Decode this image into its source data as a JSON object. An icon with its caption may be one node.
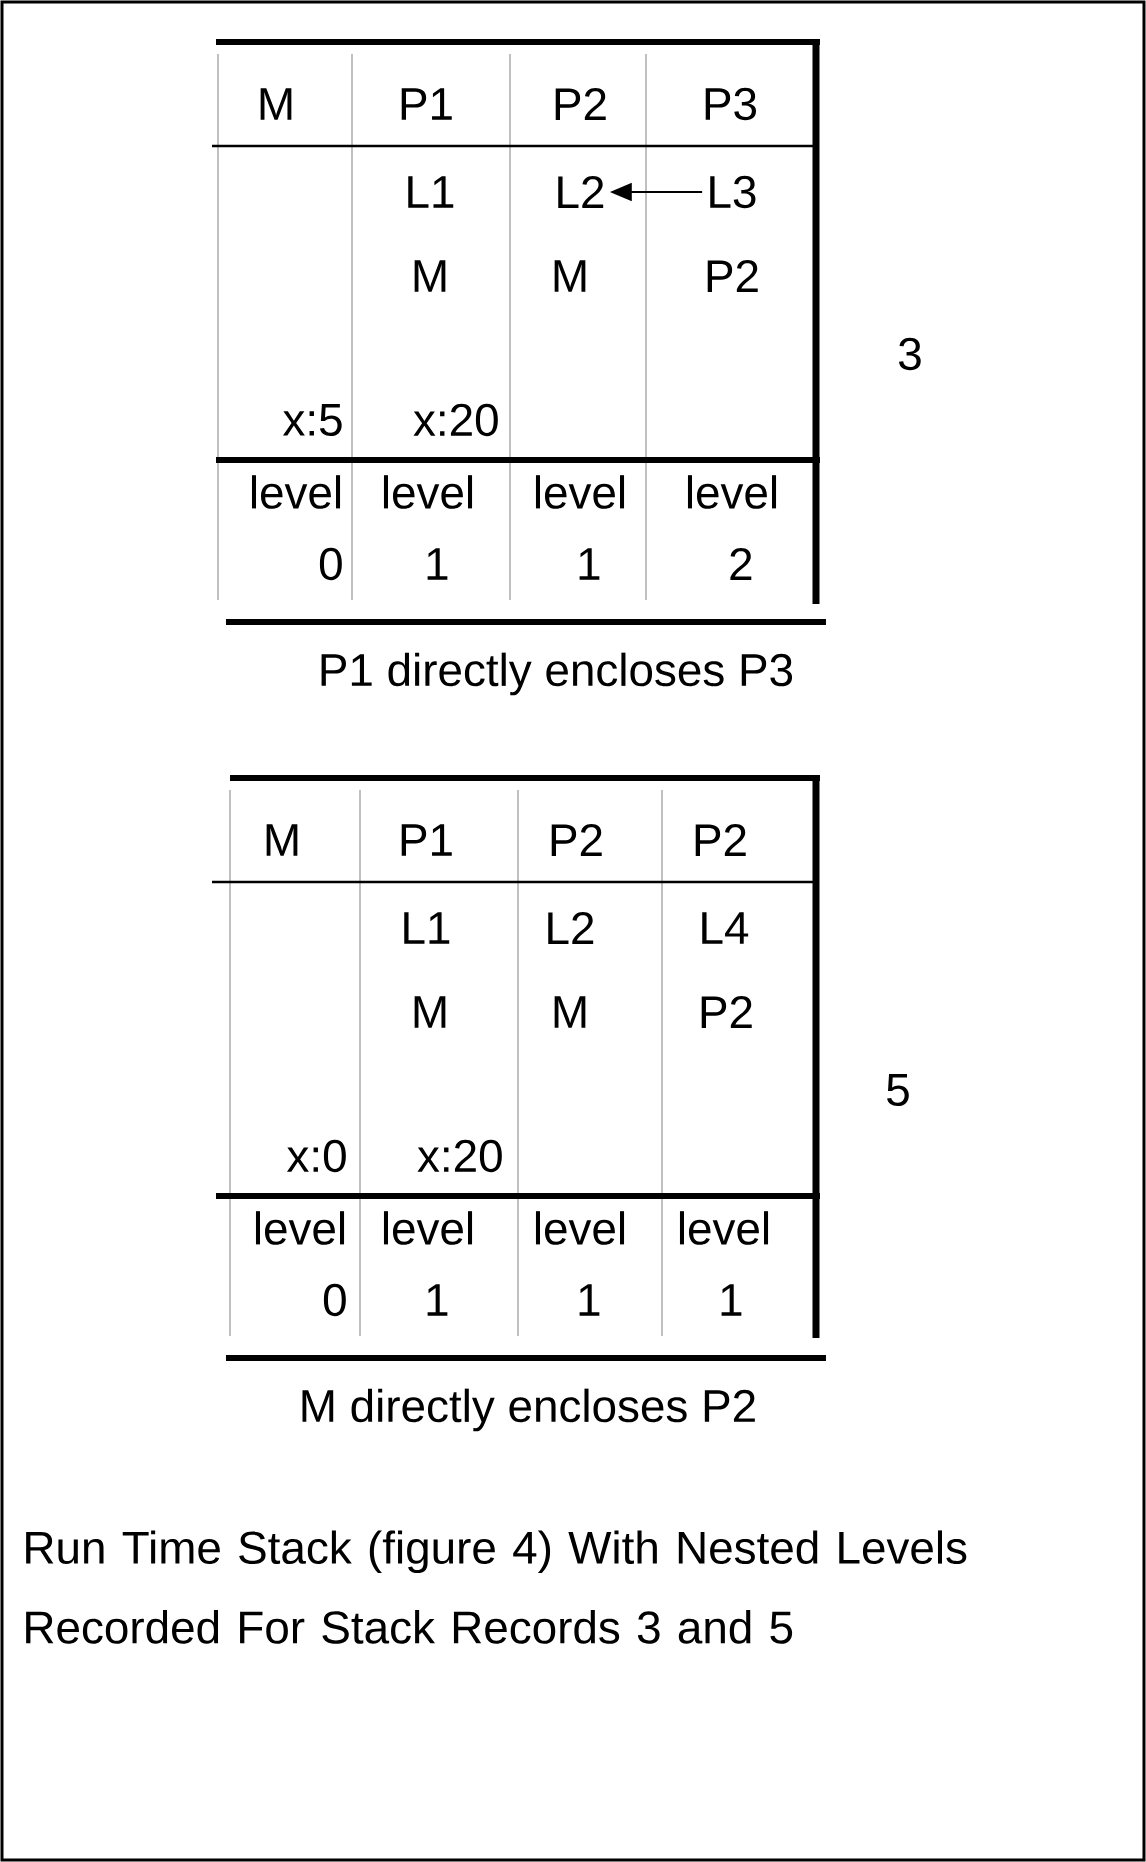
{
  "diagram": {
    "caption": "Run Time Stack (figure 4) With Nested Levels Recorded For Stack Records 3 and 5",
    "nodes": [
      {
        "text": [
          "L2"
        ]
      },
      {
        "text": [
          "L3"
        ]
      }
    ],
    "edges": [
      {
        "from": 1,
        "to": 0,
        "arrow": "to"
      }
    ],
    "labels": [
      "M",
      "P1",
      "P2",
      "P3",
      "L1",
      "M",
      "M",
      "P2",
      "3",
      "x:5",
      "x:20",
      "level",
      "level",
      "level",
      "level",
      "0",
      "1",
      "1",
      "2",
      "P1 directly encloses P3",
      "M",
      "P1",
      "P2",
      "P2",
      "L1",
      "L2",
      "L4",
      "M",
      "M",
      "P2",
      "5",
      "x:0",
      "x:20",
      "level",
      "level",
      "level",
      "level",
      "0",
      "1",
      "1",
      "1",
      "M directly encloses P2"
    ]
  }
}
